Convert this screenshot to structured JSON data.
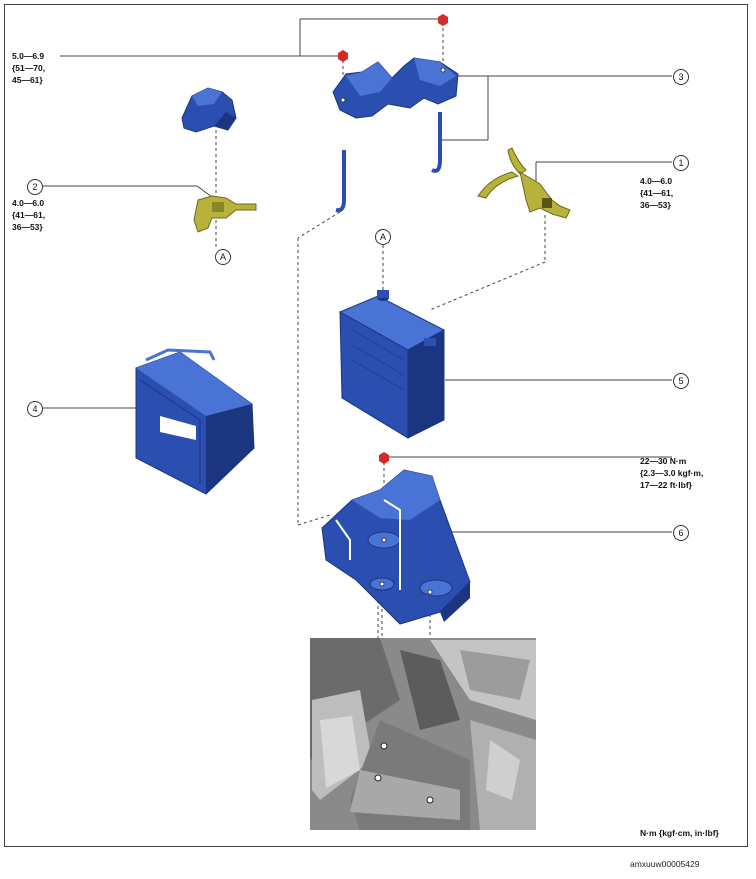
{
  "callouts": {
    "c1": "1",
    "c2": "2",
    "c3": "3",
    "c4": "4",
    "c5": "5",
    "c6": "6",
    "refA_top": "A",
    "refA_bottom": "A"
  },
  "torque": {
    "t_holder": "5.0—6.9\n{51—70,\n45—61}",
    "t_terminal_neg": "4.0—6.0\n{41—61,\n36—53}",
    "t_terminal_pos": "4.0—6.0\n{41—61,\n36—53}",
    "t_tray": "22—30 N·m\n{2.3—3.0 kgf·m,\n17—22 ft·lbf}"
  },
  "unit_note": "N·m {kgf·cm, in·lbf}",
  "figure_code": "amxuuw00005429",
  "colors": {
    "part_blue": "#2a4fb0",
    "part_blue_dark": "#1b3580",
    "part_blue_light": "#4a73d6",
    "cable_yellow": "#b8b23a",
    "torque_red": "#d42a2a"
  }
}
